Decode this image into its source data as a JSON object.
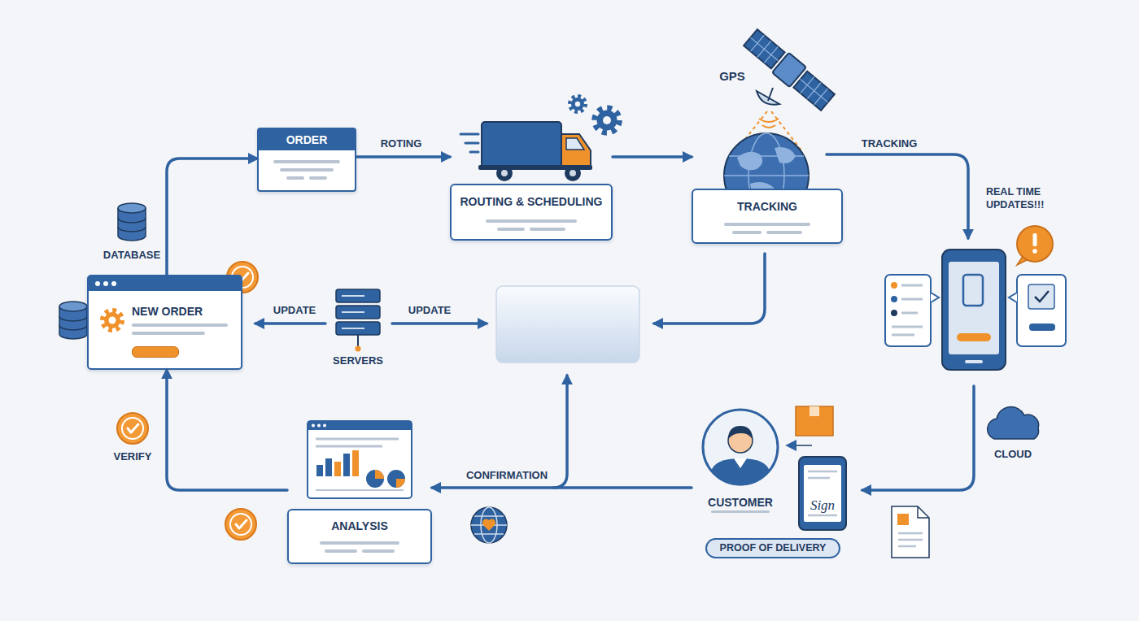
{
  "diagram": {
    "nodes": [
      {
        "text": [
          "ORDER"
        ]
      },
      {
        "text": [
          "ROUTING & SCHEDULING"
        ]
      },
      {
        "text": [
          "TRACKING"
        ]
      },
      {
        "text": [
          "NEW ORDER"
        ]
      },
      {
        "text": [
          "CUSTOMER"
        ]
      },
      {
        "text": [
          "PROOF OF DELIVERY"
        ]
      },
      {
        "text": [
          "ANALYSIS"
        ]
      }
    ],
    "edges": [
      {
        "from": 3,
        "to": 0,
        "arrow": "to"
      },
      {
        "from": 0,
        "to": 1,
        "label": "ROTING",
        "arrow": "to"
      },
      {
        "from": 1,
        "to": 2,
        "arrow": "to"
      },
      {
        "from": 4,
        "to": 6,
        "label": "CONFIRMATION",
        "arrow": "to"
      },
      {
        "from": 6,
        "to": 3,
        "arrow": "to"
      }
    ],
    "labels": [
      "GPS",
      "TRACKING",
      "REAL TIME UPDATES!!!",
      "DATABASE",
      "UPDATE",
      "UPDATE",
      "SERVERS",
      "CLOUD",
      "VERIFY",
      "Sign"
    ]
  }
}
